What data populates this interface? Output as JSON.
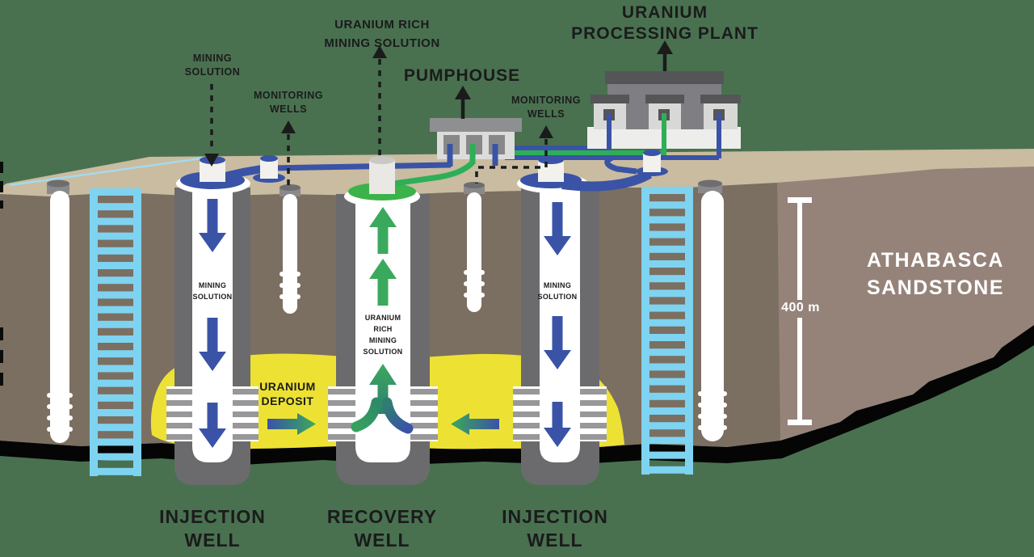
{
  "diagram": {
    "title_labels": {
      "uranium_rich_mining_solution": "URANIUM RICH\nMINING SOLUTION",
      "pumphouse": "PUMPHOUSE",
      "uranium_processing_plant": "URANIUM\nPROCESSING PLANT",
      "mining_solution": "MINING\nSOLUTION",
      "monitoring_wells_left": "MONITORING\nWELLS",
      "monitoring_wells_right": "MONITORING\nWELLS"
    },
    "underground_labels": {
      "injection_left_flow": "MINING\nSOLUTION",
      "recovery_flow": "URANIUM\nRICH\nMINING\nSOLUTION",
      "injection_right_flow": "MINING\nSOLUTION",
      "uranium_deposit": "URANIUM\nDEPOSIT",
      "athabasca_sandstone": "ATHABASCA\nSANDSTONE",
      "depth_scale": "400 m"
    },
    "well_labels": {
      "injection_left": "INJECTION\nWELL",
      "recovery": "RECOVERY\nWELL",
      "injection_right": "INJECTION\nWELL"
    },
    "colors": {
      "background_green": "#497150",
      "surface_tan": "#C9BCA0",
      "rock_front": "#7B6F62",
      "rock_side": "#95837A",
      "deposit_yellow": "#EDE234",
      "pipe_blue": "#3A53A6",
      "pipe_green": "#2EAF57",
      "recovery_pad_green": "#3CB24A",
      "ladder_blue": "#7ED3F1",
      "casing_gray": "#6B6B6D",
      "label_dark": "#1B1B1B",
      "label_white": "#FFFFFF"
    }
  }
}
